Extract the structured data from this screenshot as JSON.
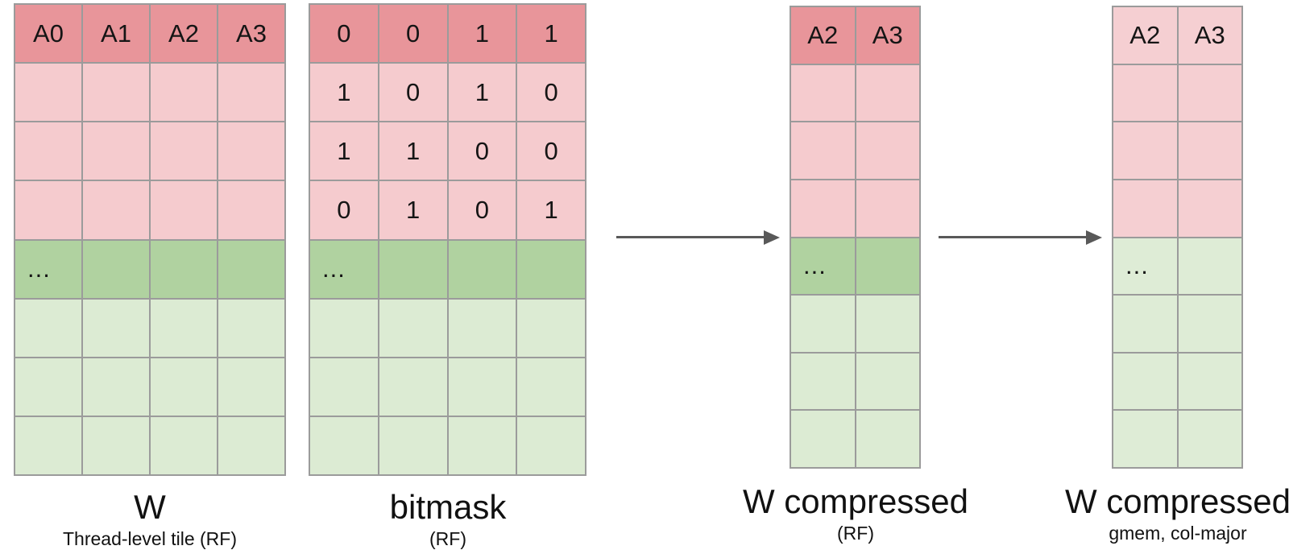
{
  "colors": {
    "header_red": "#e8959a",
    "light_pink": "#f5cbce",
    "dark_green": "#b0d2a0",
    "light_green": "#dcebd3",
    "faded_pink": "#f5cfd2",
    "faded_green": "#deecd6",
    "border_gray": "#9b9b9b",
    "arrow_gray": "#595959",
    "text_black": "#111111"
  },
  "grids": [
    {
      "caption": "W",
      "subcaption": "Thread-level tile (RF)",
      "columns": 4,
      "rows": [
        {
          "color": "header_red",
          "cells": [
            "A0",
            "A1",
            "A2",
            "A3"
          ]
        },
        {
          "color": "light_pink",
          "cells": [
            "",
            "",
            "",
            ""
          ]
        },
        {
          "color": "light_pink",
          "cells": [
            "",
            "",
            "",
            ""
          ]
        },
        {
          "color": "light_pink",
          "cells": [
            "",
            "",
            "",
            ""
          ]
        },
        {
          "color": "dark_green",
          "cells": [
            "...",
            "",
            "",
            ""
          ]
        },
        {
          "color": "light_green",
          "cells": [
            "",
            "",
            "",
            ""
          ]
        },
        {
          "color": "light_green",
          "cells": [
            "",
            "",
            "",
            ""
          ]
        },
        {
          "color": "light_green",
          "cells": [
            "",
            "",
            "",
            ""
          ]
        }
      ]
    },
    {
      "caption": "bitmask",
      "subcaption": "(RF)",
      "columns": 4,
      "rows": [
        {
          "color": "header_red",
          "cells": [
            "0",
            "0",
            "1",
            "1"
          ]
        },
        {
          "color": "light_pink",
          "cells": [
            "1",
            "0",
            "1",
            "0"
          ]
        },
        {
          "color": "light_pink",
          "cells": [
            "1",
            "1",
            "0",
            "0"
          ]
        },
        {
          "color": "light_pink",
          "cells": [
            "0",
            "1",
            "0",
            "1"
          ]
        },
        {
          "color": "dark_green",
          "cells": [
            "...",
            "",
            "",
            ""
          ]
        },
        {
          "color": "light_green",
          "cells": [
            "",
            "",
            "",
            ""
          ]
        },
        {
          "color": "light_green",
          "cells": [
            "",
            "",
            "",
            ""
          ]
        },
        {
          "color": "light_green",
          "cells": [
            "",
            "",
            "",
            ""
          ]
        }
      ]
    },
    {
      "caption": "W compressed",
      "subcaption": "(RF)",
      "columns": 2,
      "rows": [
        {
          "color": "header_red",
          "cells": [
            "A2",
            "A3"
          ]
        },
        {
          "color": "light_pink",
          "cells": [
            "",
            ""
          ]
        },
        {
          "color": "light_pink",
          "cells": [
            "",
            ""
          ]
        },
        {
          "color": "light_pink",
          "cells": [
            "",
            ""
          ]
        },
        {
          "color": "dark_green",
          "cells": [
            "...",
            ""
          ]
        },
        {
          "color": "light_green",
          "cells": [
            "",
            ""
          ]
        },
        {
          "color": "light_green",
          "cells": [
            "",
            ""
          ]
        },
        {
          "color": "light_green",
          "cells": [
            "",
            ""
          ]
        }
      ]
    },
    {
      "caption": "W compressed",
      "subcaption": "gmem, col-major",
      "columns": 2,
      "rows": [
        {
          "color": "faded_pink",
          "cells": [
            "A2",
            "A3"
          ]
        },
        {
          "color": "faded_pink",
          "cells": [
            "",
            ""
          ]
        },
        {
          "color": "faded_pink",
          "cells": [
            "",
            ""
          ]
        },
        {
          "color": "faded_pink",
          "cells": [
            "",
            ""
          ]
        },
        {
          "color": "faded_green",
          "cells": [
            "...",
            ""
          ]
        },
        {
          "color": "faded_green",
          "cells": [
            "",
            ""
          ]
        },
        {
          "color": "faded_green",
          "cells": [
            "",
            ""
          ]
        },
        {
          "color": "faded_green",
          "cells": [
            "",
            ""
          ]
        }
      ]
    }
  ]
}
